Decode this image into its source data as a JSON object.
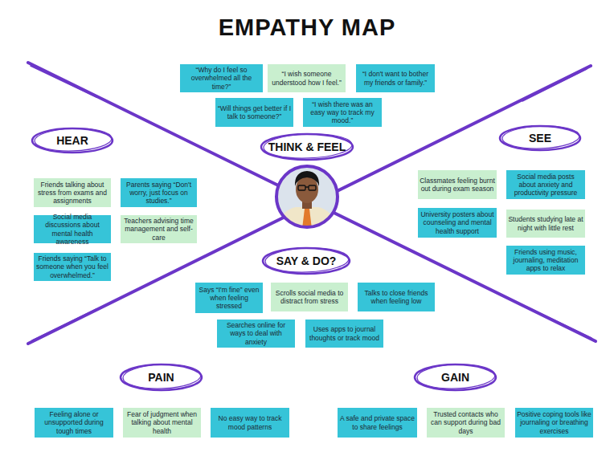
{
  "diagram": {
    "title": "EMPATHY MAP",
    "nodes": [
      {
        "text": [
          "THINK & FEEL"
        ]
      },
      {
        "text": [
          "“Why do I feel so overwhelmed all the time?”"
        ]
      },
      {
        "text": [
          "“I wish someone understood how I feel.”"
        ]
      },
      {
        "text": [
          "“I don't want to bother my friends or family.”"
        ]
      },
      {
        "text": [
          "“Will things get better if I talk to someone?”"
        ]
      },
      {
        "text": [
          "“I wish there was an easy way to track my mood.”"
        ]
      },
      {
        "text": [
          "HEAR"
        ]
      },
      {
        "text": [
          "Friends talking about stress from exams and assignments"
        ]
      },
      {
        "text": [
          "Parents saying “Don't worry, just focus on studies.”"
        ]
      },
      {
        "text": [
          "Social media discussions about mental health awareness"
        ]
      },
      {
        "text": [
          "Teachers advising time management and self-care"
        ]
      },
      {
        "text": [
          "Friends saying “Talk to someone when you feel overwhelmed.”"
        ]
      },
      {
        "text": [
          "SEE"
        ]
      },
      {
        "text": [
          "Classmates feeling burnt out during exam season"
        ]
      },
      {
        "text": [
          "Social media posts about anxiety and productivity pressure"
        ]
      },
      {
        "text": [
          "University posters about counseling and mental health support"
        ]
      },
      {
        "text": [
          "Students studying late at night with little rest"
        ]
      },
      {
        "text": [
          "Friends using music, journaling, meditation apps to relax"
        ]
      },
      {
        "text": [
          "SAY & DO?"
        ]
      },
      {
        "text": [
          "Says “I'm fine” even when feeling stressed"
        ]
      },
      {
        "text": [
          "Scrolls social media to distract from stress"
        ]
      },
      {
        "text": [
          "Talks to close friends when feeling low"
        ]
      },
      {
        "text": [
          "Searches online for ways to deal with anxiety"
        ]
      },
      {
        "text": [
          "Uses apps to journal thoughts or track mood"
        ]
      },
      {
        "text": [
          "PAIN"
        ]
      },
      {
        "text": [
          "Feeling alone or unsupported during tough times"
        ]
      },
      {
        "text": [
          "Fear of judgment when talking about mental health"
        ]
      },
      {
        "text": [
          "No easy way to track mood patterns"
        ]
      },
      {
        "text": [
          "GAIN"
        ]
      },
      {
        "text": [
          "A safe and private space to share feelings"
        ]
      },
      {
        "text": [
          "Trusted contacts who can support during bad days"
        ]
      },
      {
        "text": [
          "Positive coping tools like journaling or breathing exercises"
        ]
      }
    ]
  }
}
